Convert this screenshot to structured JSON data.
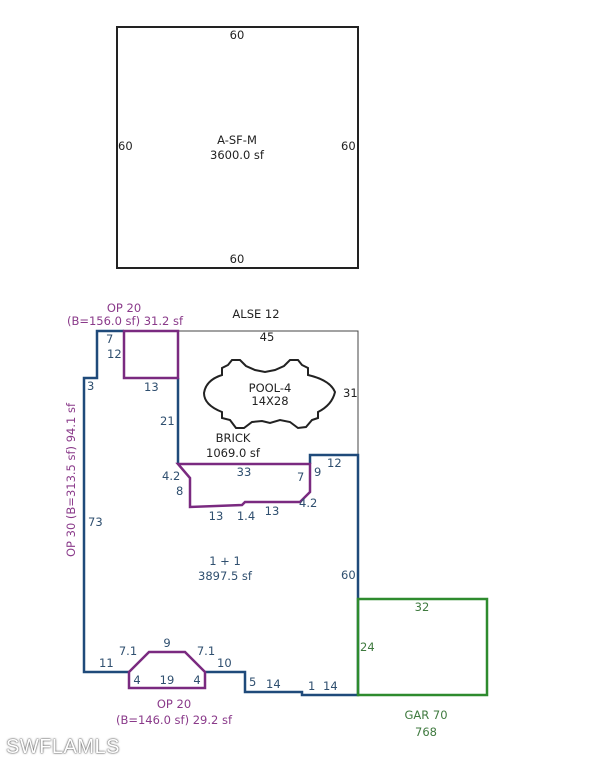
{
  "main_building": {
    "name": "A-SF-M",
    "area": "3600.0 sf",
    "top": "60",
    "bottom": "60",
    "left": "60",
    "right": "60"
  },
  "alse": {
    "label": "ALSE 12",
    "top": "45",
    "right": "31"
  },
  "pool": {
    "name": "POOL-4",
    "size": "14X28"
  },
  "brick": {
    "name": "BRICK",
    "area": "1069.0 sf",
    "dims": [
      "33",
      "7",
      "9",
      "4.2",
      "13",
      "1.4",
      "13",
      "8",
      "4.2",
      "21"
    ]
  },
  "op_top": {
    "name": "OP 20",
    "detail": "(B=156.0 sf) 31.2 sf",
    "dims": [
      "7",
      "12",
      "13"
    ]
  },
  "op_left": {
    "label": "OP 30 (B=313.5 sf) 94.1 sf"
  },
  "living": {
    "name": "1 + 1",
    "area": "3897.5 sf",
    "dims": [
      "3",
      "73",
      "12",
      "60",
      "11",
      "10",
      "5",
      "14",
      "1",
      "14"
    ]
  },
  "op_bottom": {
    "name": "OP 20",
    "detail": "(B=146.0 sf) 29.2 sf",
    "dims": [
      "7.1",
      "9",
      "7.1",
      "4",
      "19",
      "4"
    ]
  },
  "garage": {
    "name": "GAR 70",
    "area": "768",
    "top": "32",
    "left": "24"
  },
  "watermark": "SWFLAMLS",
  "colors": {
    "living": "#1f4a7a",
    "porch": "#7a2a80",
    "garage": "#2e8b2e",
    "outline": "#222222"
  }
}
